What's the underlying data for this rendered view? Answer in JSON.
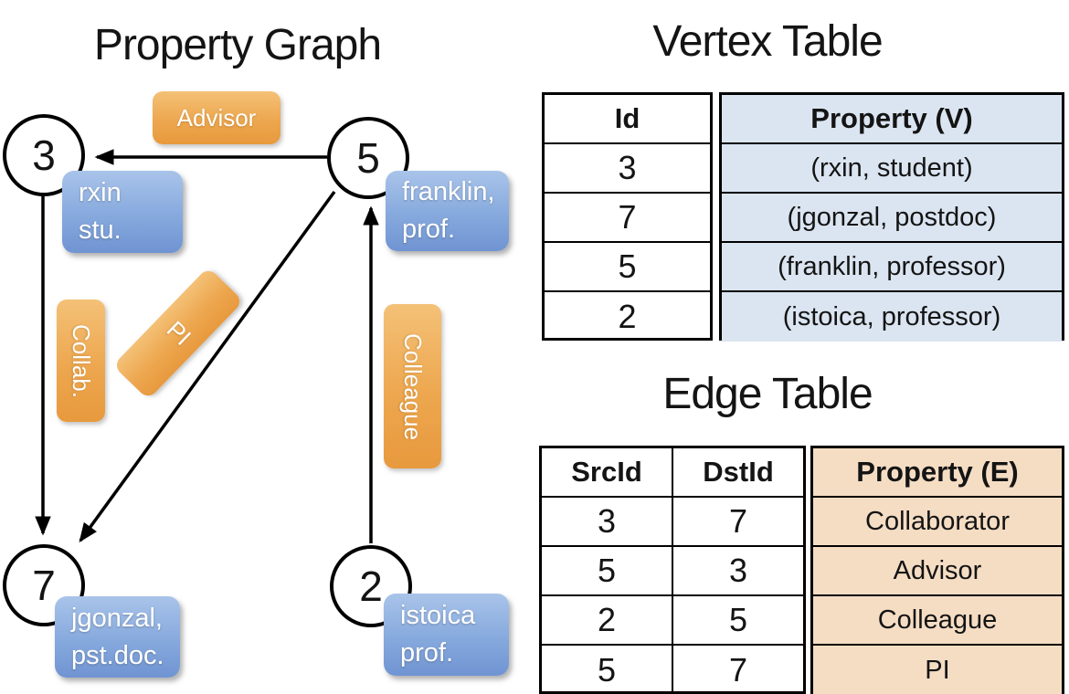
{
  "graph": {
    "title": "Property Graph",
    "nodes": [
      {
        "id": "3",
        "line1": "rxin",
        "line2": "stu."
      },
      {
        "id": "5",
        "line1": "franklin,",
        "line2": "prof."
      },
      {
        "id": "7",
        "line1": "jgonzal,",
        "line2": "pst.doc."
      },
      {
        "id": "2",
        "line1": "istoica",
        "line2": "prof."
      }
    ],
    "edges": [
      {
        "label": "Advisor",
        "src": "5",
        "dst": "3"
      },
      {
        "label": "Collab.",
        "src": "3",
        "dst": "7"
      },
      {
        "label": "PI",
        "src": "5",
        "dst": "7"
      },
      {
        "label": "Colleague",
        "src": "2",
        "dst": "5"
      }
    ]
  },
  "vertex_table": {
    "title": "Vertex Table",
    "columns": [
      "Id",
      "Property (V)"
    ],
    "rows": [
      [
        "3",
        "(rxin, student)"
      ],
      [
        "7",
        "(jgonzal, postdoc)"
      ],
      [
        "5",
        "(franklin, professor)"
      ],
      [
        "2",
        "(istoica, professor)"
      ]
    ]
  },
  "edge_table": {
    "title": "Edge Table",
    "columns": [
      "SrcId",
      "DstId",
      "Property (E)"
    ],
    "rows": [
      [
        "3",
        "7",
        "Collaborator"
      ],
      [
        "5",
        "3",
        "Advisor"
      ],
      [
        "2",
        "5",
        "Colleague"
      ],
      [
        "5",
        "7",
        "PI"
      ]
    ]
  },
  "colors": {
    "vertex_label_top": "#a9c4ea",
    "vertex_label_bottom": "#7094d2",
    "edge_label_top": "#f4c177",
    "edge_label_bottom": "#e8993d",
    "vertex_cell_bg": "#dbe5f1",
    "edge_cell_bg": "#f5ddc4",
    "line_color": "#000000"
  }
}
